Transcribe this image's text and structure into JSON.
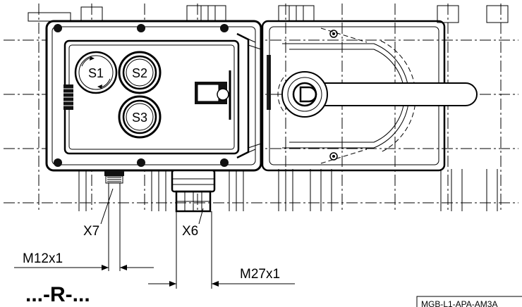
{
  "buttons": [
    {
      "id": "s1",
      "label": "S1"
    },
    {
      "id": "s2",
      "label": "S2"
    },
    {
      "id": "s3",
      "label": "S3"
    }
  ],
  "connectors": {
    "x7": "X7",
    "x6": "X6"
  },
  "dimensions": {
    "m12": "M12x1",
    "m27": "M27x1"
  },
  "variant": "...-R-...",
  "part_code": "MGB-L1-APA-AM3A"
}
